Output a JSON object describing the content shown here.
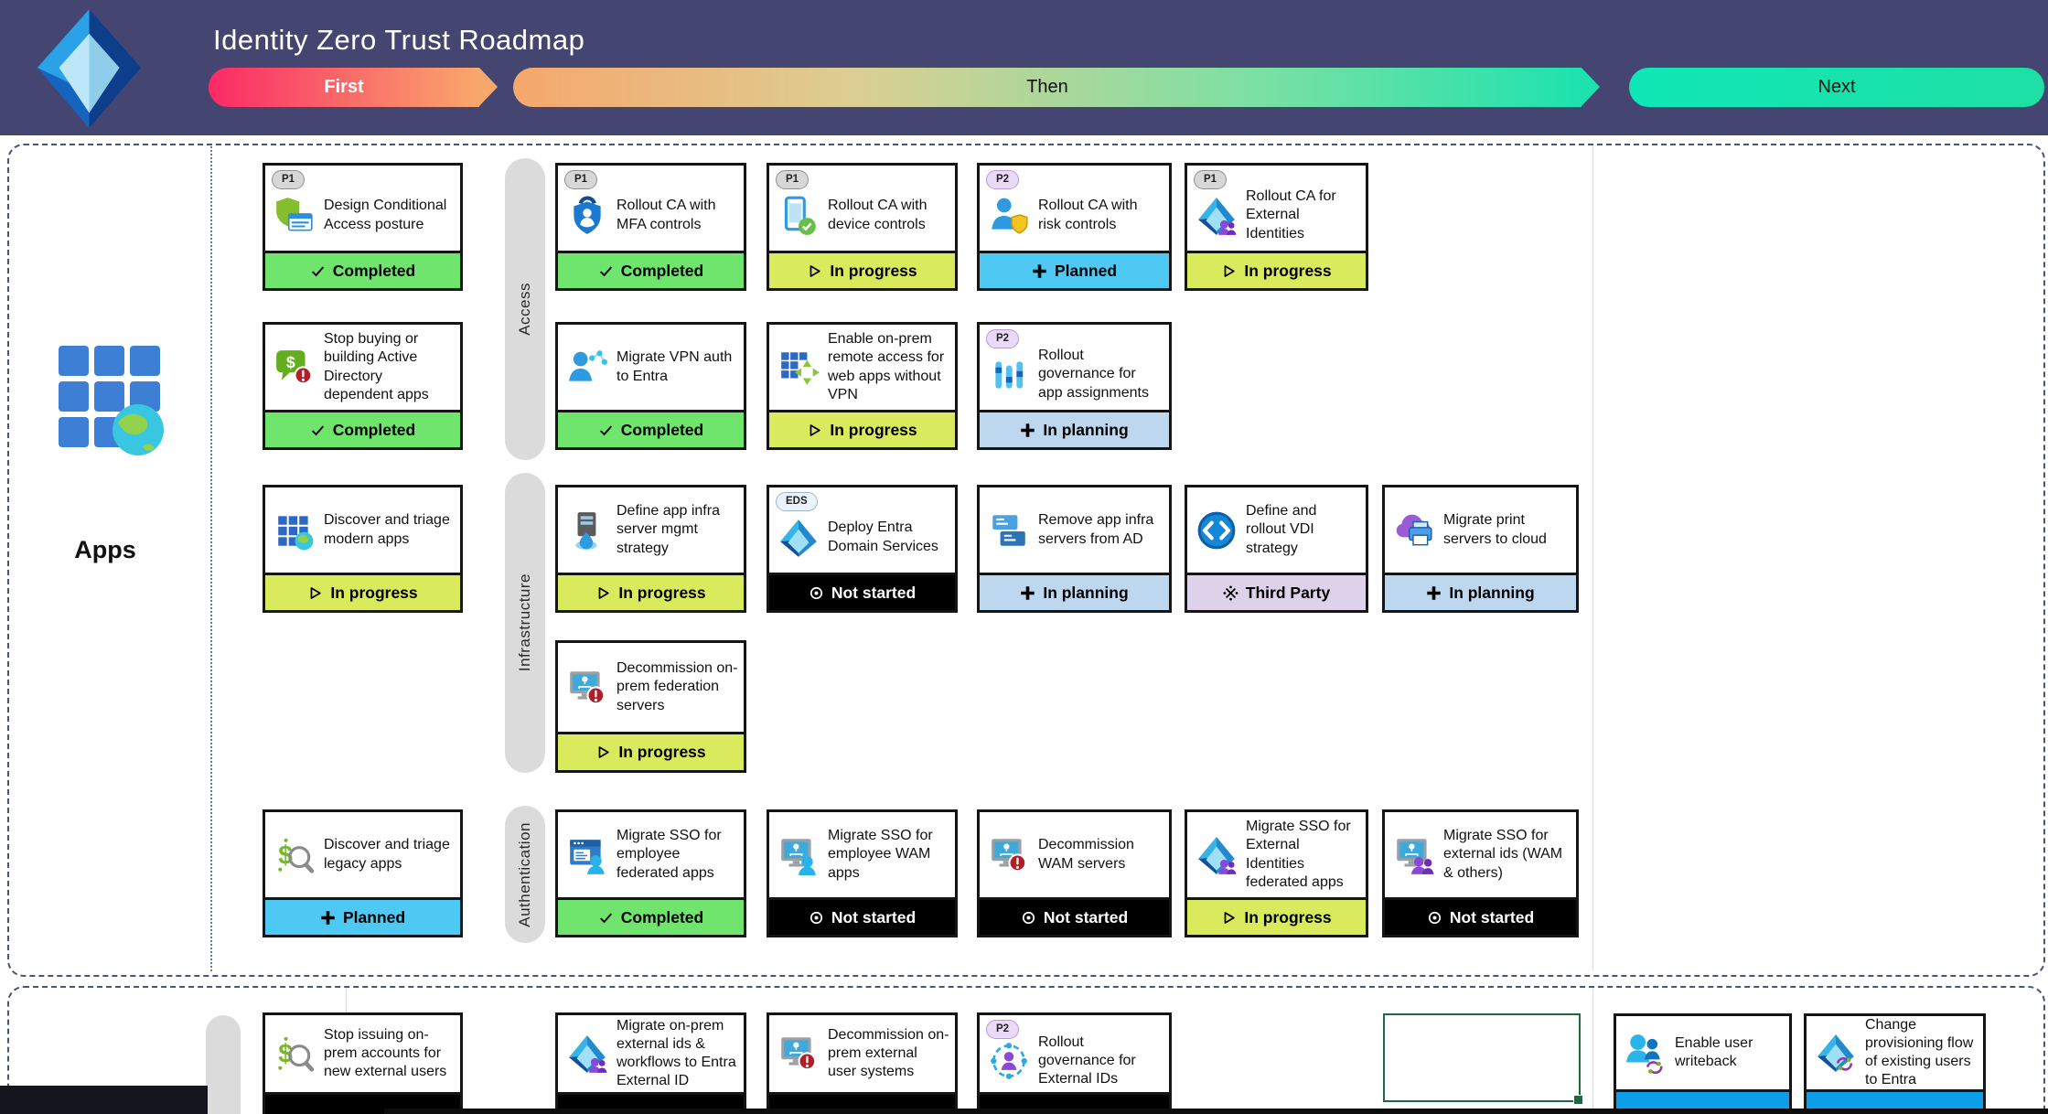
{
  "header": {
    "title": "Identity Zero Trust Roadmap",
    "logo_icon": "entra-diamond-icon",
    "phases": [
      {
        "label": "First",
        "gradient": [
          "#FB2A66",
          "#F9A86B"
        ]
      },
      {
        "label": "Then",
        "gradient": [
          "#F6A76C",
          "#1EE2AE"
        ]
      },
      {
        "label": "Next",
        "gradient": [
          "#0FE6B6",
          "#1EDFA4"
        ]
      }
    ],
    "background": "#454571"
  },
  "sidebar": {
    "group_label": "Apps",
    "group_icon": "app-grid-globe-icon"
  },
  "lanes": [
    {
      "label": "Access"
    },
    {
      "label": "Infrastructure"
    },
    {
      "label": "Authentication"
    },
    {
      "label": ""
    }
  ],
  "status_colors": {
    "completed": "#6FE56D",
    "in_progress": "#D9EA5C",
    "planned": "#4EC9F4",
    "in_planning": "#BDD7EE",
    "not_started": "#000000",
    "third_party": "#DED2EA",
    "planned_blue": "#0C9EE9"
  },
  "cards": [
    {
      "title": "Design Conditional Access posture",
      "badge": "P1",
      "icon": "shield-checklist",
      "status": "completed",
      "status_label": "Completed",
      "col": "c1",
      "row": "A"
    },
    {
      "title": "Rollout CA with MFA controls",
      "badge": "P1",
      "icon": "mfa-lock",
      "status": "completed",
      "status_label": "Completed",
      "col": "c2",
      "row": "A"
    },
    {
      "title": "Rollout CA with device controls",
      "badge": "P1",
      "icon": "device-check",
      "status": "in_progress",
      "status_label": "In progress",
      "col": "c3",
      "row": "A"
    },
    {
      "title": "Rollout CA with risk controls",
      "badge": "P2",
      "icon": "person-shield",
      "status": "planned",
      "status_label": "Planned",
      "col": "c4",
      "row": "A"
    },
    {
      "title": "Rollout CA for External Identities",
      "badge": "P1",
      "icon": "entra-people",
      "status": "in_progress",
      "status_label": "In progress",
      "col": "c5",
      "row": "A"
    },
    {
      "title": "Stop buying or building Active Directory dependent apps",
      "badge": null,
      "icon": "dollar-bubble-alert",
      "status": "completed",
      "status_label": "Completed",
      "col": "c1",
      "row": "B"
    },
    {
      "title": "Migrate VPN auth to Entra",
      "badge": null,
      "icon": "person-network",
      "status": "completed",
      "status_label": "Completed",
      "col": "c2",
      "row": "B"
    },
    {
      "title": "Enable on-prem remote access for web apps without VPN",
      "badge": null,
      "icon": "grid-arrows",
      "status": "in_progress",
      "status_label": "In progress",
      "col": "c3",
      "row": "B"
    },
    {
      "title": "Rollout governance for app assignments",
      "badge": "P2",
      "icon": "sliders",
      "status": "in_planning",
      "status_label": "In planning",
      "col": "c4",
      "row": "B"
    },
    {
      "title": "Discover and triage modern apps",
      "badge": null,
      "icon": "grid-globe",
      "status": "in_progress",
      "status_label": "In progress",
      "col": "c1",
      "row": "C"
    },
    {
      "title": "Define app infra server mgmt strategy",
      "badge": null,
      "icon": "server-droplet",
      "status": "in_progress",
      "status_label": "In progress",
      "col": "c2",
      "row": "C"
    },
    {
      "title": "Deploy Entra Domain Services",
      "badge": "EDS",
      "icon": "entra-diamond",
      "status": "not_started",
      "status_label": "Not started",
      "col": "c3",
      "row": "C"
    },
    {
      "title": "Remove app infra servers from AD",
      "badge": null,
      "icon": "server-cards",
      "status": "in_planning",
      "status_label": "In planning",
      "col": "c4",
      "row": "C"
    },
    {
      "title": "Define and rollout VDI strategy",
      "badge": null,
      "icon": "avd-circle",
      "status": "third_party",
      "status_label": "Third Party",
      "col": "c5",
      "row": "C"
    },
    {
      "title": "Migrate print servers to cloud",
      "badge": null,
      "icon": "cloud-printer",
      "status": "in_planning",
      "status_label": "In planning",
      "col": "c6",
      "row": "C"
    },
    {
      "title": "Decommission on-prem federation servers",
      "badge": null,
      "icon": "monitor-person-alert",
      "status": "in_progress",
      "status_label": "In progress",
      "col": "c2",
      "row": "D"
    },
    {
      "title": "Discover and triage legacy apps",
      "badge": null,
      "icon": "dollar-magnifier",
      "status": "planned",
      "status_label": "Planned",
      "col": "c1",
      "row": "E"
    },
    {
      "title": "Migrate SSO for employee federated apps",
      "badge": null,
      "icon": "window-person",
      "status": "completed",
      "status_label": "Completed",
      "col": "c2",
      "row": "E"
    },
    {
      "title": "Migrate SSO for employee WAM apps",
      "badge": null,
      "icon": "monitor-person",
      "status": "not_started",
      "status_label": "Not started",
      "col": "c3",
      "row": "E"
    },
    {
      "title": "Decommission WAM servers",
      "badge": null,
      "icon": "monitor-person-alert",
      "status": "not_started",
      "status_label": "Not started",
      "col": "c4",
      "row": "E"
    },
    {
      "title": "Migrate SSO for External Identities federated apps",
      "badge": null,
      "icon": "entra-people",
      "status": "in_progress",
      "status_label": "In progress",
      "col": "c5",
      "row": "E"
    },
    {
      "title": "Migrate SSO for external ids (WAM & others)",
      "badge": null,
      "icon": "monitor-purple-people",
      "status": "not_started",
      "status_label": "Not started",
      "col": "c6",
      "row": "E"
    },
    {
      "title": "Stop issuing on-prem accounts for new external users",
      "badge": null,
      "icon": "dollar-magnifier",
      "status": "not_started",
      "status_label": "",
      "col": "c1",
      "row": "F"
    },
    {
      "title": "Migrate on-prem external ids & workflows to Entra External ID",
      "badge": null,
      "icon": "entra-people",
      "status": "not_started",
      "status_label": "",
      "col": "c2",
      "row": "F"
    },
    {
      "title": "Decommission on-prem external user systems",
      "badge": null,
      "icon": "monitor-person-alert",
      "status": "not_started",
      "status_label": "",
      "col": "c3",
      "row": "F"
    },
    {
      "title": "Rollout governance for External IDs",
      "badge": "P2",
      "icon": "person-orbit",
      "status": "not_started",
      "status_label": "",
      "col": "c4",
      "row": "F"
    },
    {
      "title": "Enable user writeback",
      "badge": null,
      "icon": "people-sync",
      "status": "planned_blue",
      "status_label": "",
      "col": "n1",
      "row": "G"
    },
    {
      "title": "Change provisioning flow of existing users  to Entra",
      "badge": null,
      "icon": "entra-sync",
      "status": "planned_blue",
      "status_label": "",
      "col": "n2",
      "row": "G"
    }
  ]
}
